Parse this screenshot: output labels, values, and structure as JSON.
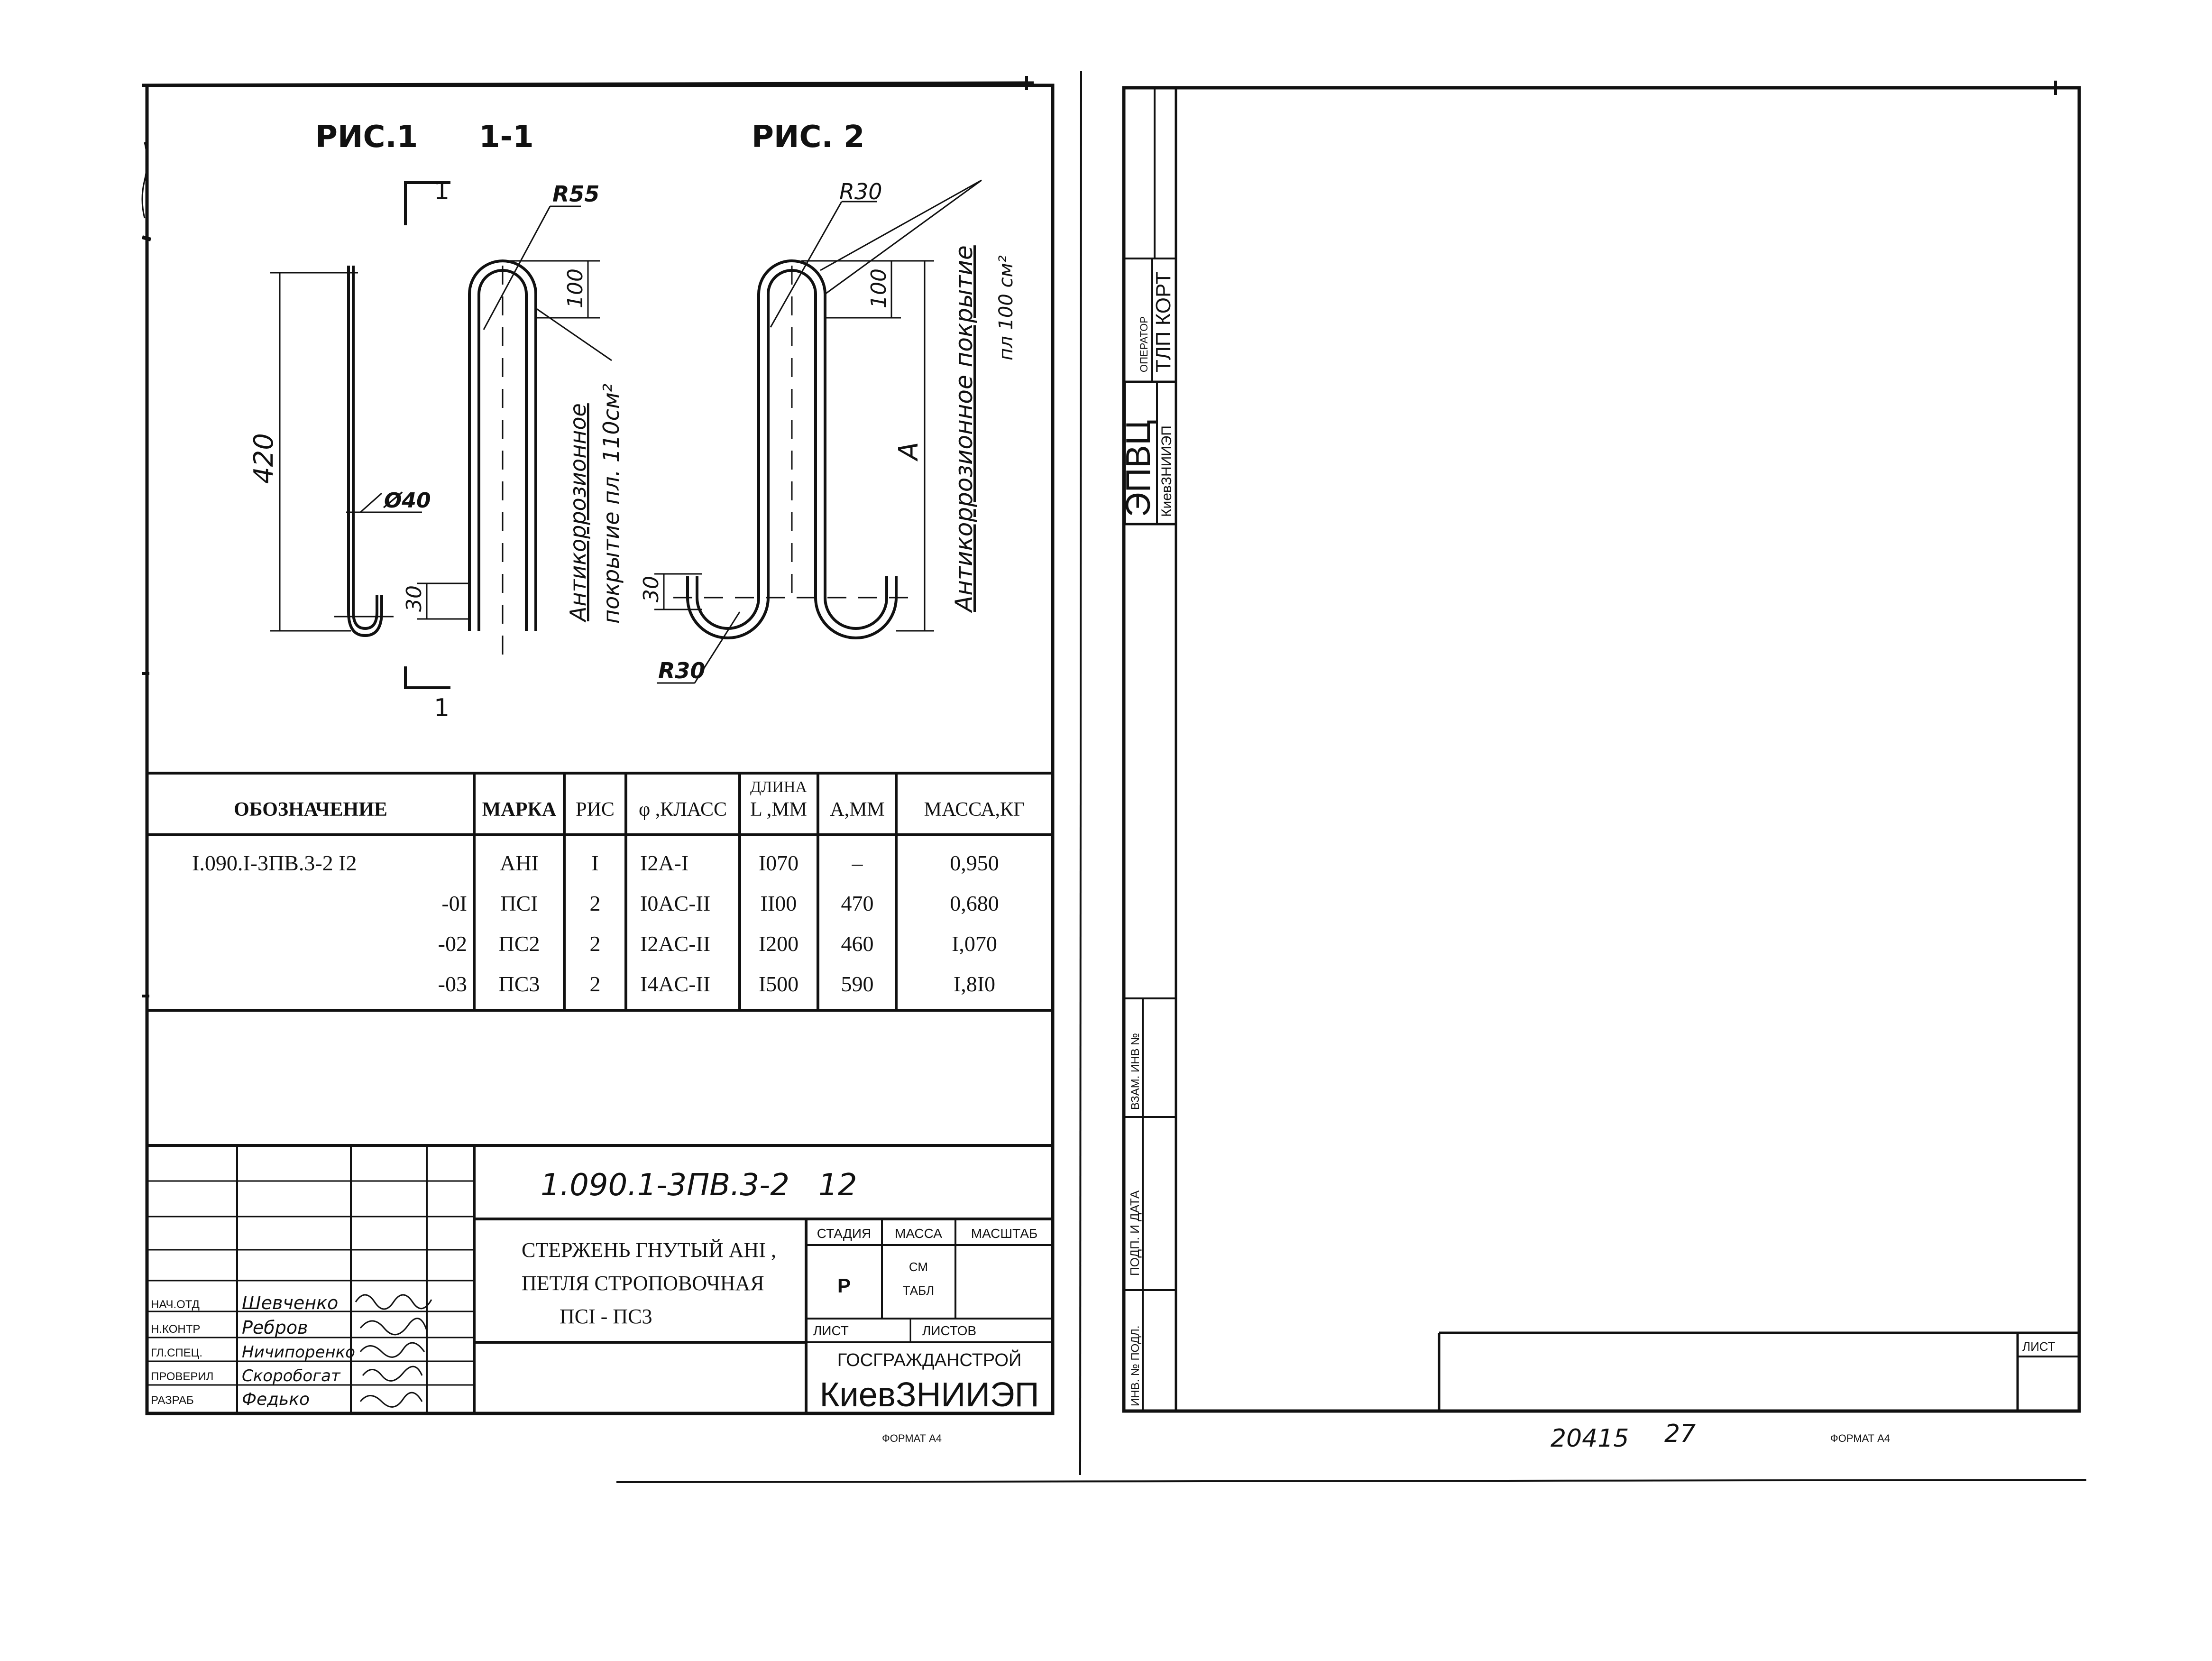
{
  "left_sheet": {
    "fig1_title": "РИС.1",
    "section_label": "1-1",
    "fig2_title": "РИС. 2",
    "section_mark": "1",
    "dim_420": "420",
    "dim_100": "100",
    "dim_30": "30",
    "dim_A": "А",
    "radius_55": "R55",
    "radius_30": "R30",
    "diameter_40": "Ø40",
    "fig1_note_line1": "Антикоррозионное",
    "fig1_note_line2": "покрытие пл. 110см²",
    "fig2_note_line1": "Антикоррозионное покрытие",
    "fig2_note_line2": "пл 100 см²",
    "spec_table": {
      "headers": [
        "ОБОЗНАЧЕНИЕ",
        "МАРКА",
        "РИС",
        "φ ,КЛАСС",
        "ДЛИНА",
        "L ,ММ",
        "А,ММ",
        "МАССА,КГ"
      ],
      "rows": [
        [
          "I.090.I-3ПВ.3-2 I2",
          "АНI",
          "I",
          "I2A-I",
          "I070",
          "–",
          "0,950"
        ],
        [
          "-0I",
          "ПСI",
          "2",
          "I0AC-II",
          "II00",
          "470",
          "0,680"
        ],
        [
          "-02",
          "ПС2",
          "2",
          "I2AC-II",
          "I200",
          "460",
          "I,070"
        ],
        [
          "-03",
          "ПС3",
          "2",
          "I4AC-II",
          "I500",
          "590",
          "I,8I0"
        ]
      ]
    },
    "title_block": {
      "doc_code": "1.090.1-3ПВ.3-2   12",
      "name_line1": "СТЕРЖЕНЬ ГНУТЫЙ АНI ,",
      "name_line2": "ПЕТЛЯ СТРОПОВОЧНАЯ",
      "name_line3": "ПСI - ПС3",
      "stage_label": "СТАДИЯ",
      "mass_label": "МАССА",
      "scale_label": "МАСШТАБ",
      "stage_value": "Р",
      "mass_value_1": "СМ",
      "mass_value_2": "ТАБЛ",
      "sheet_label": "ЛИСТ",
      "sheets_label": "ЛИСТОВ",
      "org_top": "ГОСГРАЖДАНСТРОЙ",
      "org_name": "КиевЗНИИЭП",
      "signatures": [
        {
          "role": "НАЧ.ОТД",
          "name": "Шевченко"
        },
        {
          "role": "Н.КОНТР",
          "name": "Ребров"
        },
        {
          "role": "ГЛ.СПЕЦ.",
          "name": "Ничипоренко"
        },
        {
          "role": "ПРОВЕРИЛ",
          "name": "Скоробогат"
        },
        {
          "role": "РАЗРАБ",
          "name": "Федько"
        }
      ]
    },
    "format": "ФОРМАТ А4"
  },
  "right_sheet": {
    "stamp_main": "ЭПВЦ",
    "stamp_sub": "КиевЗНИИЭП",
    "operator_label": "ОПЕРАТОР",
    "operator_value": "ТЛП КОРТ",
    "side_labels": [
      "ВЗАМ. ИНВ №",
      "ПОДП. И ДАТА",
      "ИНВ. № ПОДЛ."
    ],
    "sheet_label": "ЛИСТ",
    "archive_no": "20415",
    "page_no": "27",
    "format": "ФОРМАТ А4"
  }
}
